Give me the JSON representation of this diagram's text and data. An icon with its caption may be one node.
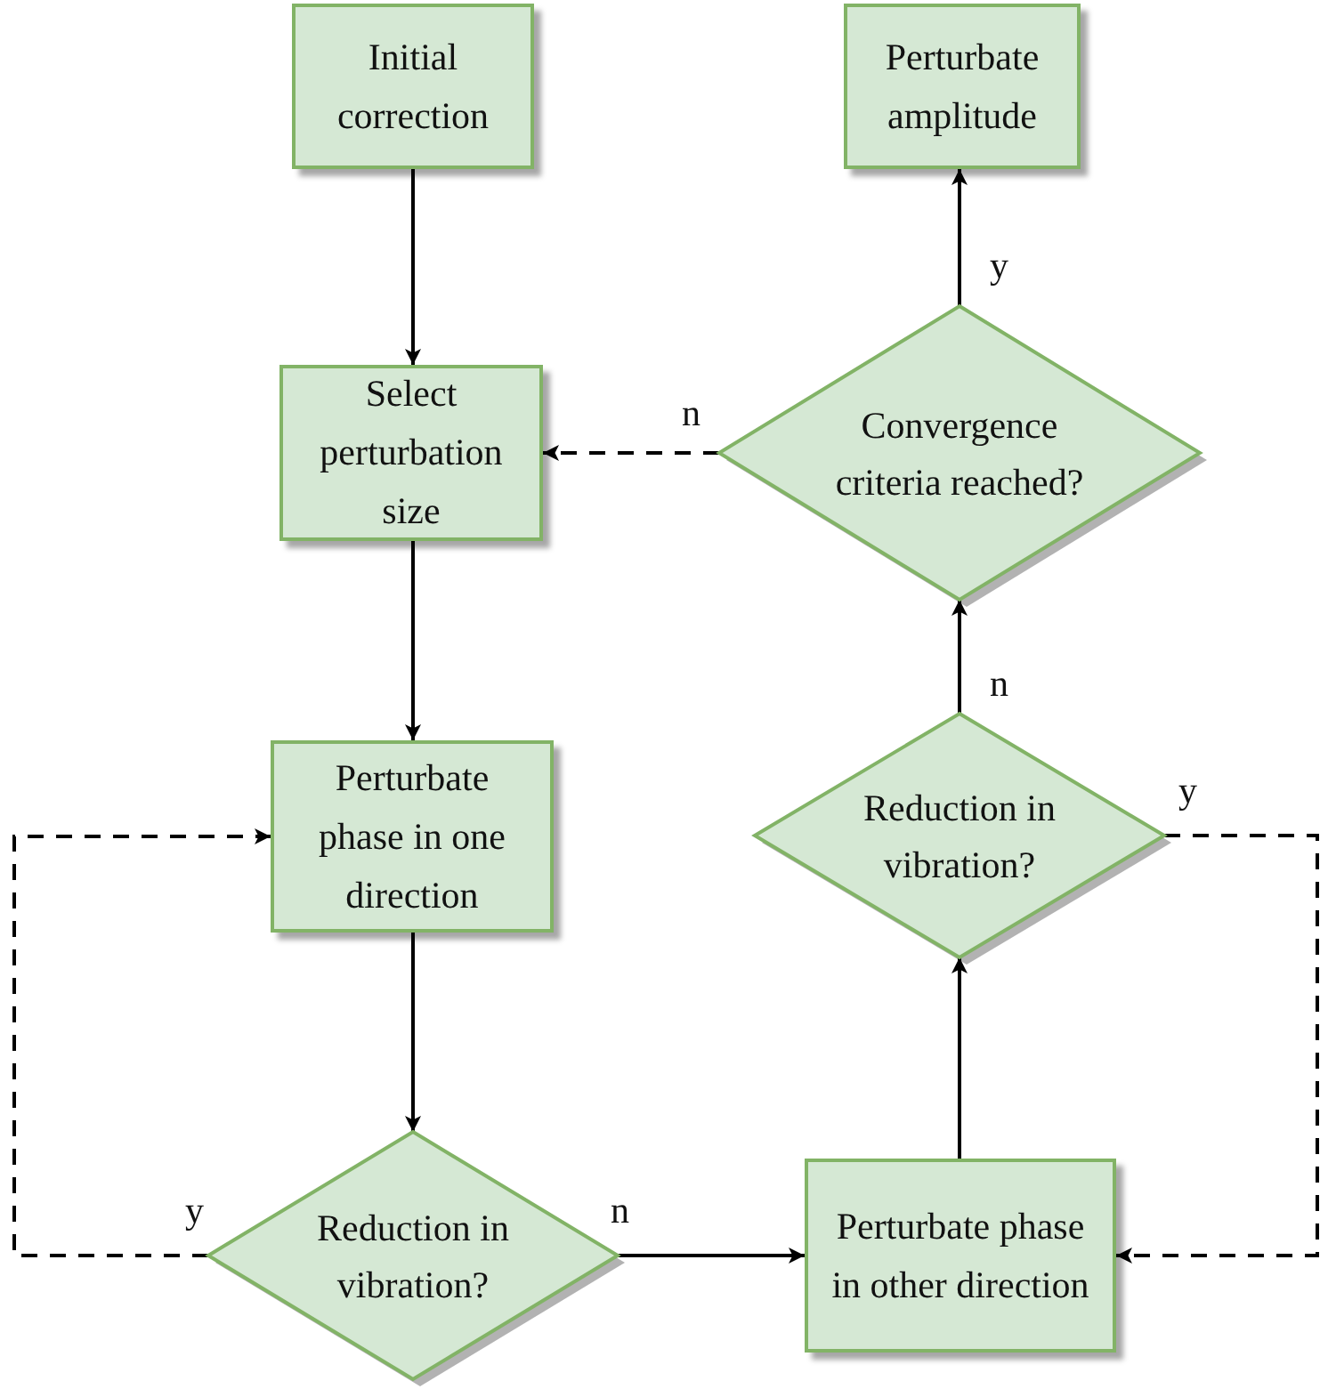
{
  "diagram": {
    "nodes": [
      {
        "text": [
          "Initial correction"
        ]
      },
      {
        "text": [
          "Perturbate amplitude"
        ]
      },
      {
        "text": [
          "Select perturbation size"
        ]
      },
      {
        "text": [
          "Convergence criteria reached?"
        ]
      },
      {
        "text": [
          "Perturbate phase in one direction"
        ]
      },
      {
        "text": [
          "Reduction in vibration?"
        ]
      },
      {
        "text": [
          "Reduction in vibration?"
        ]
      },
      {
        "text": [
          "Perturbate phase in other direction"
        ]
      }
    ],
    "edges": [
      {
        "from": 0,
        "to": 2,
        "arrow": "to"
      },
      {
        "from": 3,
        "to": 1,
        "arrow": "to",
        "label": "y"
      },
      {
        "from": 3,
        "to": 2,
        "arrow": "to",
        "label": "n",
        "style": "dashed"
      },
      {
        "from": 2,
        "to": 4,
        "arrow": "to"
      },
      {
        "from": 4,
        "to": 6,
        "arrow": "to"
      },
      {
        "from": 6,
        "to": 4,
        "arrow": "to",
        "label": "y",
        "style": "dashed"
      },
      {
        "from": 6,
        "to": 7,
        "arrow": "to",
        "label": "n"
      },
      {
        "from": 7,
        "to": 5,
        "arrow": "to"
      },
      {
        "from": 5,
        "to": 3,
        "arrow": "to",
        "label": "n"
      },
      {
        "from": 5,
        "to": 7,
        "arrow": "to",
        "label": "y",
        "style": "dashed"
      }
    ]
  }
}
